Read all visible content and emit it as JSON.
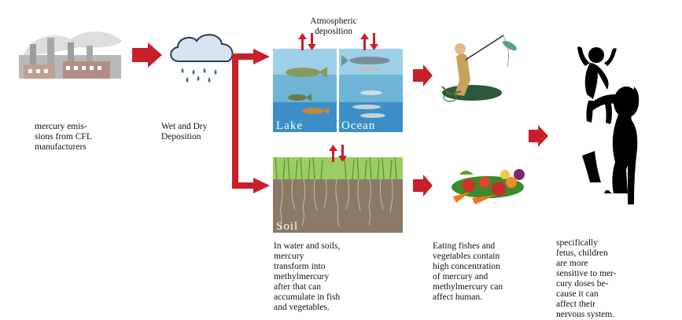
{
  "stages": {
    "factory": {
      "icon": "factory-icon",
      "caption": "mercury emis-\nsions from CFL\nmanufacturers"
    },
    "cloud": {
      "icon": "rain-cloud-icon",
      "caption": "Wet and Dry\nDeposition"
    },
    "water": {
      "title": "Atmospheric\ndeposition",
      "lake_label": "Lake",
      "ocean_label": "Ocean",
      "water_color": "#6fb5d8"
    },
    "soil": {
      "label": "Soil",
      "grass_color": "#7cb342",
      "soil_color": "#8a7a66"
    },
    "fisherman": {
      "icon": "fisherman-icon"
    },
    "vegetables": {
      "icon": "vegetables-icon"
    },
    "family": {
      "icon": "mother-child-silhouette-icon"
    }
  },
  "captions": {
    "soil_text": "In water and soils,\nmercury\ntransform into\nmethylmercury\nafter that can\naccumulate in fish\nand vegetables.",
    "eating_text": "Eating fishes and\nvegetables contain\nhigh concentration\nof mercury and\nmethylmercury can\naffect human.",
    "children_text": "specifically\nfetus, children\nare more\nsensitive to mer-\ncury doses be-\ncause it can\naffect their\nnervous system."
  },
  "colors": {
    "arrow": "#c8202a",
    "silhouette": "#000000"
  }
}
